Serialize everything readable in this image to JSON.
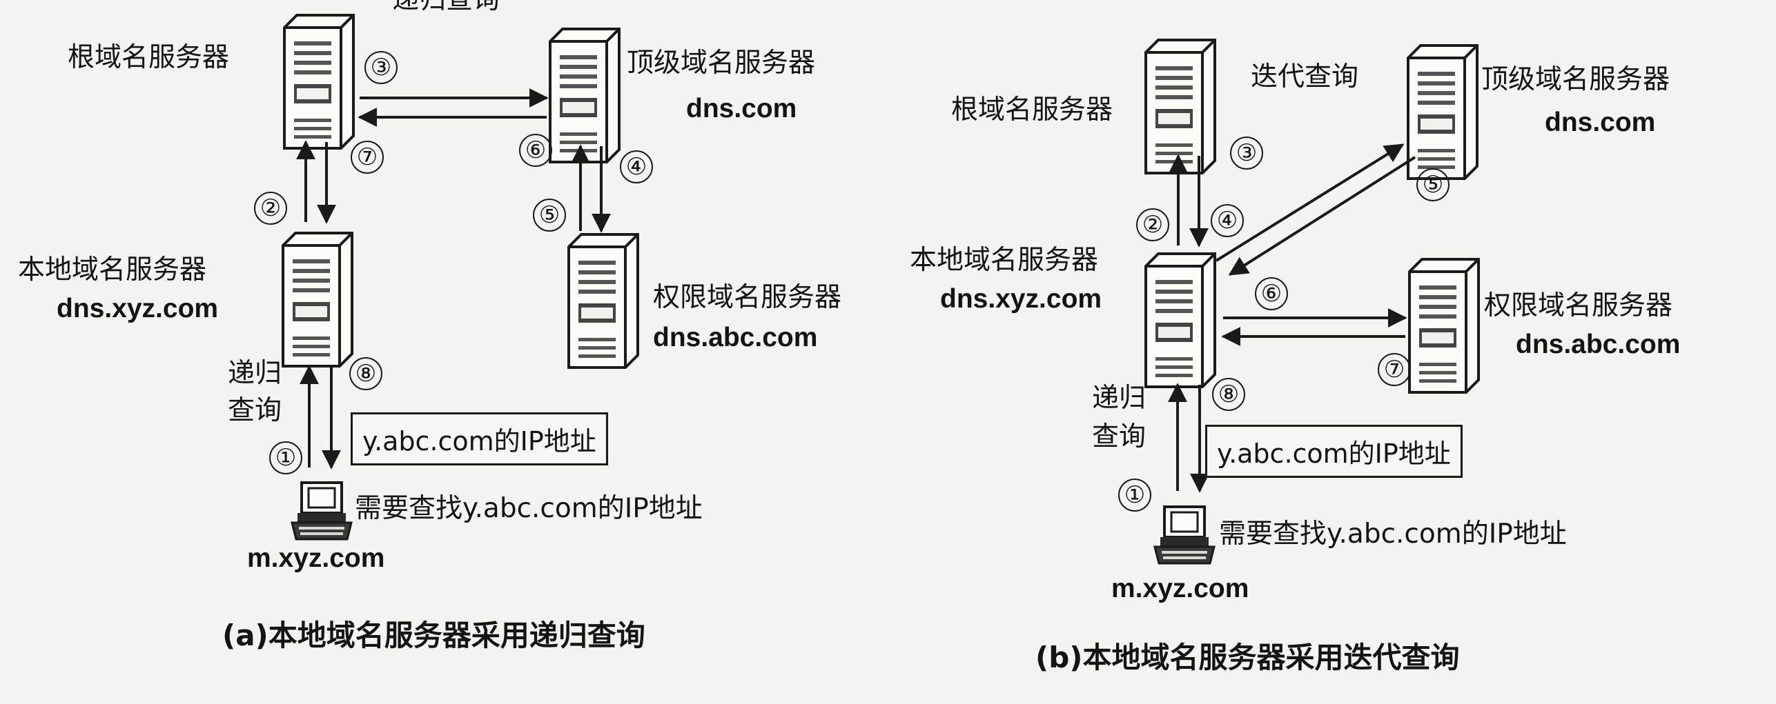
{
  "diagram_a": {
    "caption": "(a)本地域名服务器采用递归查询",
    "top_label": "递归查询",
    "root_server": "根域名服务器",
    "tld_server": "顶级域名服务器",
    "tld_host": "dns.com",
    "auth_server": "权限域名服务器",
    "auth_host": "dns.abc.com",
    "local_server": "本地域名服务器",
    "local_host": "dns.xyz.com",
    "client_query_line1": "递归",
    "client_query_line2": "查询",
    "answer_box": "y.abc.com的IP地址",
    "client_request": "需要查找y.abc.com的IP地址",
    "client_host": "m.xyz.com",
    "steps": [
      "①",
      "②",
      "③",
      "④",
      "⑤",
      "⑥",
      "⑦",
      "⑧"
    ]
  },
  "diagram_b": {
    "caption": "(b)本地域名服务器采用迭代查询",
    "iter_label": "迭代查询",
    "root_server": "根域名服务器",
    "tld_server": "顶级域名服务器",
    "tld_host": "dns.com",
    "auth_server": "权限域名服务器",
    "auth_host": "dns.abc.com",
    "local_server": "本地域名服务器",
    "local_host": "dns.xyz.com",
    "client_query_line1": "递归",
    "client_query_line2": "查询",
    "answer_box": "y.abc.com的IP地址",
    "client_request": "需要查找y.abc.com的IP地址",
    "client_host": "m.xyz.com",
    "steps": [
      "①",
      "②",
      "③",
      "④",
      "⑤",
      "⑥",
      "⑦",
      "⑧"
    ]
  }
}
